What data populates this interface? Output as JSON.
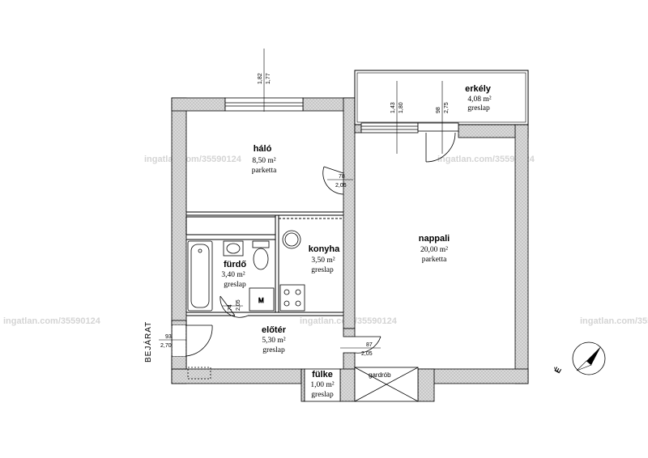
{
  "watermark": "ingatlan.com/35590124",
  "entrance_label": "BEJÁRAT",
  "north_label": "É",
  "rooms": {
    "halo": {
      "name": "háló",
      "area": "8,50 m²",
      "floor": "parketta"
    },
    "erkely": {
      "name": "erkély",
      "area": "4,08 m²",
      "floor": "greslap"
    },
    "nappali": {
      "name": "nappali",
      "area": "20,00 m²",
      "floor": "parketta"
    },
    "konyha": {
      "name": "konyha",
      "area": "3,50 m²",
      "floor": "greslap"
    },
    "furdo": {
      "name": "fürdő",
      "area": "3,40 m²",
      "floor": "greslap"
    },
    "eloter": {
      "name": "előtér",
      "area": "5,30 m²",
      "floor": "greslap"
    },
    "fulke": {
      "name": "fülke",
      "area": "1,00 m²",
      "floor": "greslap"
    },
    "gardrob": {
      "name": "gardrób"
    }
  },
  "fixtures": {
    "washer": "M"
  },
  "dimensions": {
    "halo_window_w": "1,82",
    "halo_window_h": "1,77",
    "nappali_window_w": "1,43",
    "nappali_window_h": "1,80",
    "balcony_door_w": "98",
    "balcony_door_h": "2,75",
    "halo_door_w": "78",
    "halo_door_h": "2,05",
    "furdo_door_w": "74",
    "furdo_door_h": "2,05",
    "entrance_door_w": "93",
    "entrance_door_h": "2,70",
    "nappali_door_w": "87",
    "nappali_door_h": "2,05"
  }
}
